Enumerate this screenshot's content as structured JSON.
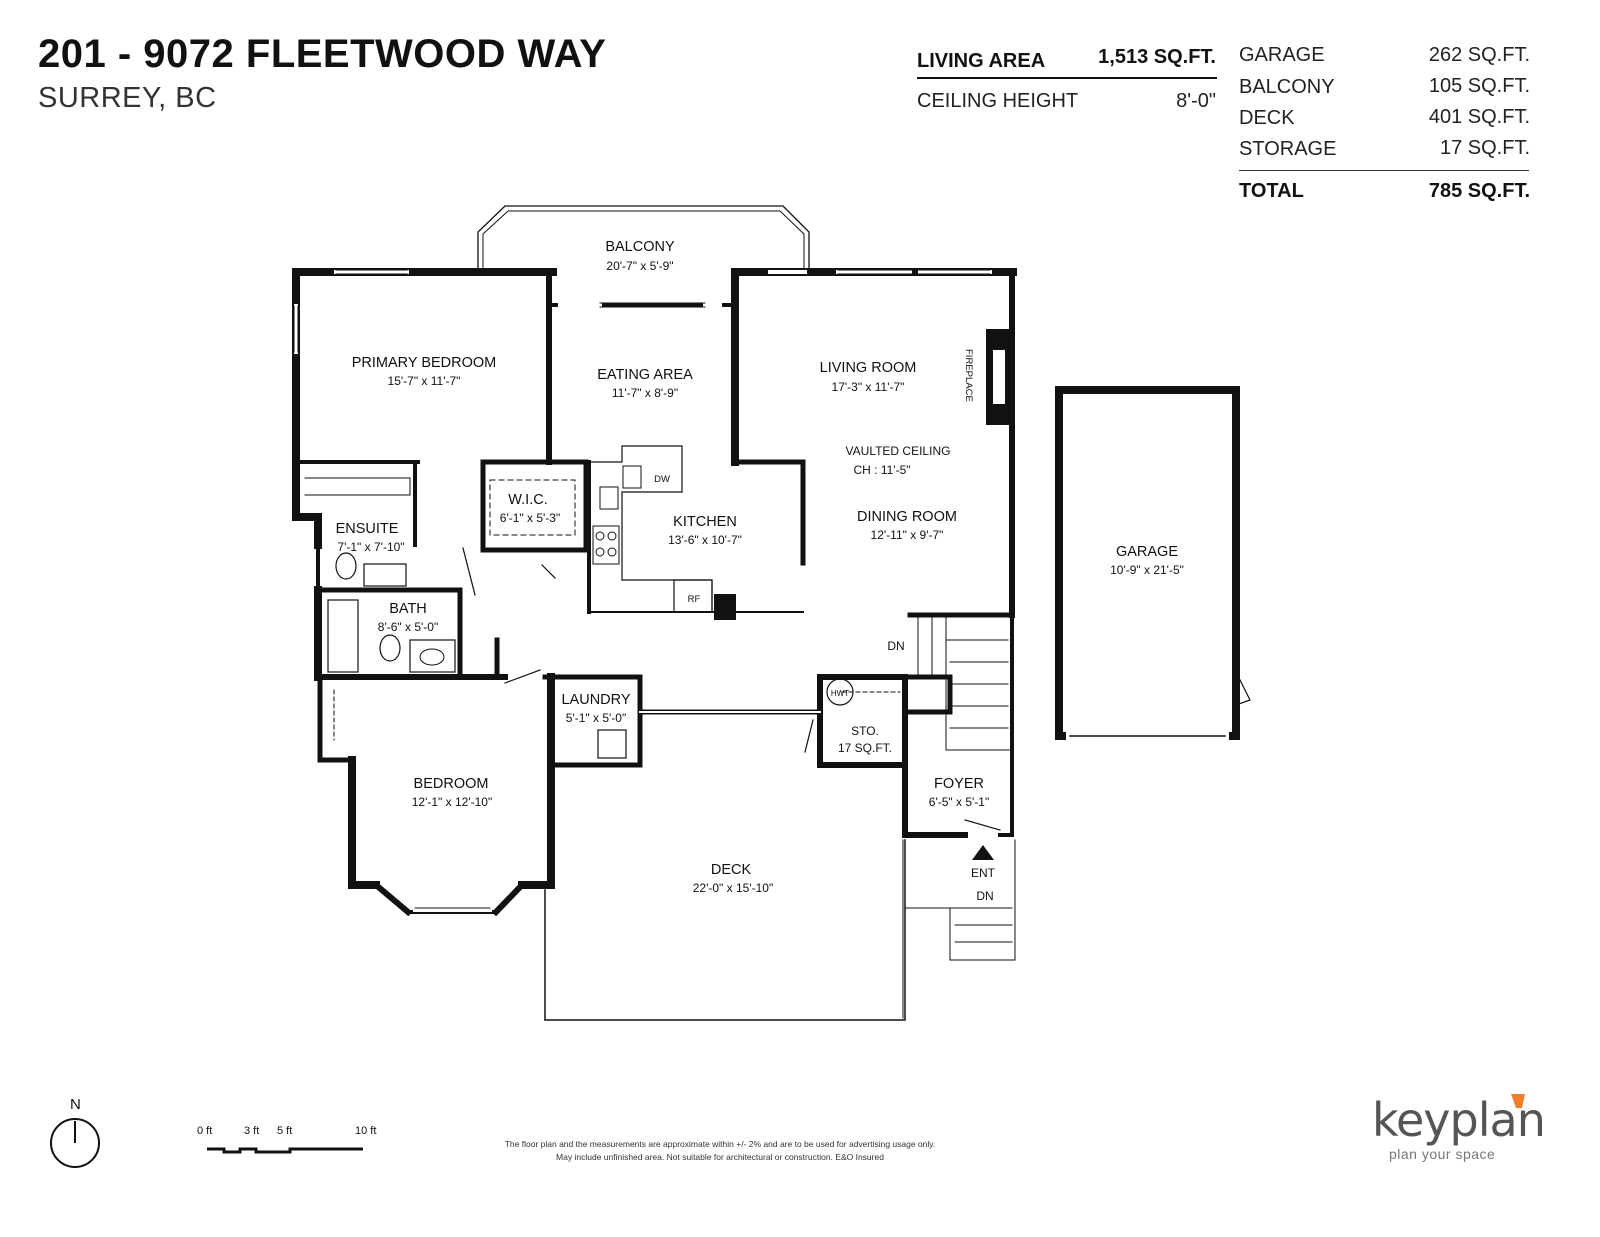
{
  "header": {
    "title": "201 - 9072 FLEETWOOD WAY",
    "subtitle": "SURREY, BC"
  },
  "main_stats": {
    "living_area_label": "LIVING AREA",
    "living_area_value": "1,513 SQ.FT.",
    "ceiling_label": "CEILING HEIGHT",
    "ceiling_value": "8'-0\""
  },
  "extra_stats": {
    "rows": [
      {
        "label": "GARAGE",
        "value": "262 SQ.FT."
      },
      {
        "label": "BALCONY",
        "value": "105 SQ.FT."
      },
      {
        "label": "DECK",
        "value": "401 SQ.FT."
      },
      {
        "label": "STORAGE",
        "value": "17 SQ.FT."
      }
    ],
    "total_label": "TOTAL",
    "total_value": "785 SQ.FT."
  },
  "rooms": {
    "balcony": {
      "name": "BALCONY",
      "dims": "20'-7\" x 5'-9\""
    },
    "primary_bedroom": {
      "name": "PRIMARY BEDROOM",
      "dims": "15'-7\" x 11'-7\""
    },
    "eating_area": {
      "name": "EATING AREA",
      "dims": "11'-7\" x 8'-9\""
    },
    "living_room": {
      "name": "LIVING ROOM",
      "dims": "17'-3\" x 11'-7\""
    },
    "vaulted": {
      "line1": "VAULTED CEILING",
      "line2": "CH : 11'-5\""
    },
    "dining_room": {
      "name": "DINING ROOM",
      "dims": "12'-11\" x 9'-7\""
    },
    "kitchen": {
      "name": "KITCHEN",
      "dims": "13'-6\" x 10'-7\""
    },
    "wic": {
      "name": "W.I.C.",
      "dims": "6'-1\" x 5'-3\""
    },
    "ensuite": {
      "name": "ENSUITE",
      "dims": "7'-1\" x 7'-10\""
    },
    "bath": {
      "name": "BATH",
      "dims": "8'-6\" x 5'-0\""
    },
    "laundry": {
      "name": "LAUNDRY",
      "dims": "5'-1\" x 5'-0\""
    },
    "storage": {
      "name": "STO.",
      "dims": "17 SQ.FT."
    },
    "bedroom": {
      "name": "BEDROOM",
      "dims": "12'-1\" x 12'-10\""
    },
    "deck": {
      "name": "DECK",
      "dims": "22'-0\" x 15'-10\""
    },
    "foyer": {
      "name": "FOYER",
      "dims": "6'-5\" x 5'-1\""
    },
    "garage": {
      "name": "GARAGE",
      "dims": "10'-9\" x 21'-5\""
    }
  },
  "fixtures": {
    "fireplace": "FIREPLACE",
    "dishwasher": "DW",
    "fridge": "RF",
    "water_heater": "HWT",
    "down_label": "DN",
    "entrance": "ENT"
  },
  "compass": {
    "label": "N"
  },
  "scale_bar": {
    "ticks": [
      "0 ft",
      "3 ft",
      "5 ft",
      "10 ft"
    ]
  },
  "disclaimer": {
    "line1": "The floor plan and the measurements are approximate within +/- 2% and are to be used for advertising usage only.",
    "line2": "May include unfinished area. Not suitable for architectural or construction. E&O Insured"
  },
  "brand": {
    "name": "keyplan",
    "tagline": "plan your space",
    "accent_color": "#f07d2a"
  }
}
